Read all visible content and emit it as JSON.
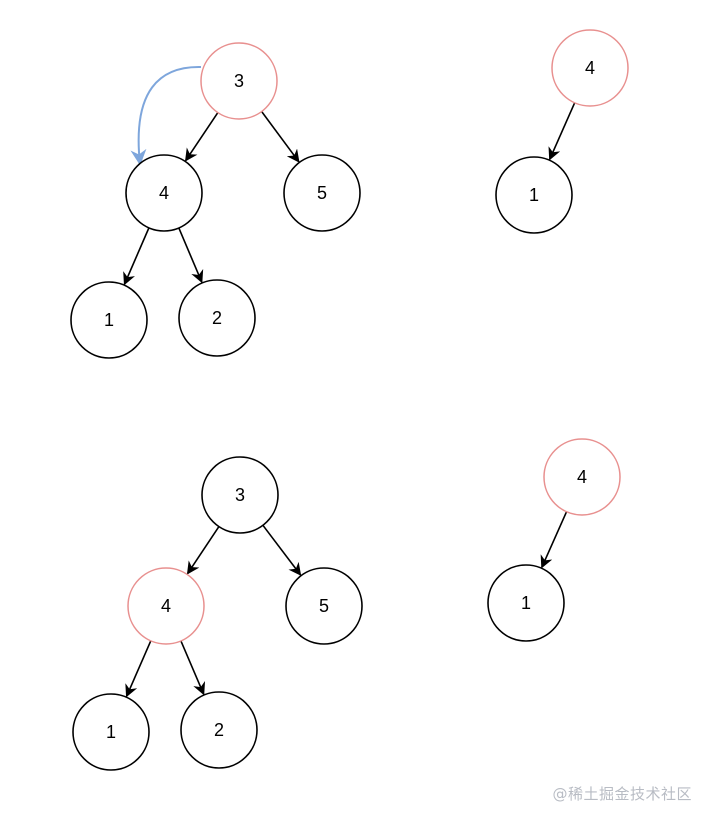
{
  "colors": {
    "node_stroke": "#000000",
    "highlight_stroke": "#e8908f",
    "edge": "#000000",
    "curve_arrow": "#7ea6dc"
  },
  "panels": {
    "top_left": {
      "nodes": [
        {
          "id": "tl-3",
          "label": "3",
          "highlight": true
        },
        {
          "id": "tl-4",
          "label": "4",
          "highlight": false
        },
        {
          "id": "tl-5",
          "label": "5",
          "highlight": false
        },
        {
          "id": "tl-1",
          "label": "1",
          "highlight": false
        },
        {
          "id": "tl-2",
          "label": "2",
          "highlight": false
        }
      ],
      "edges": [
        [
          "tl-3",
          "tl-4"
        ],
        [
          "tl-3",
          "tl-5"
        ],
        [
          "tl-4",
          "tl-1"
        ],
        [
          "tl-4",
          "tl-2"
        ]
      ]
    },
    "top_right": {
      "nodes": [
        {
          "id": "tr-4",
          "label": "4",
          "highlight": true
        },
        {
          "id": "tr-1",
          "label": "1",
          "highlight": false
        }
      ],
      "edges": [
        [
          "tr-4",
          "tr-1"
        ]
      ]
    },
    "bottom_left": {
      "nodes": [
        {
          "id": "bl-3",
          "label": "3",
          "highlight": false
        },
        {
          "id": "bl-4",
          "label": "4",
          "highlight": true
        },
        {
          "id": "bl-5",
          "label": "5",
          "highlight": false
        },
        {
          "id": "bl-1",
          "label": "1",
          "highlight": false
        },
        {
          "id": "bl-2",
          "label": "2",
          "highlight": false
        }
      ],
      "edges": [
        [
          "bl-3",
          "bl-4"
        ],
        [
          "bl-3",
          "bl-5"
        ],
        [
          "bl-4",
          "bl-1"
        ],
        [
          "bl-4",
          "bl-2"
        ]
      ]
    },
    "bottom_right": {
      "nodes": [
        {
          "id": "br-4",
          "label": "4",
          "highlight": true
        },
        {
          "id": "br-1",
          "label": "1",
          "highlight": false
        }
      ],
      "edges": [
        [
          "br-4",
          "br-1"
        ]
      ]
    }
  },
  "watermark": "@稀土掘金技术社区"
}
